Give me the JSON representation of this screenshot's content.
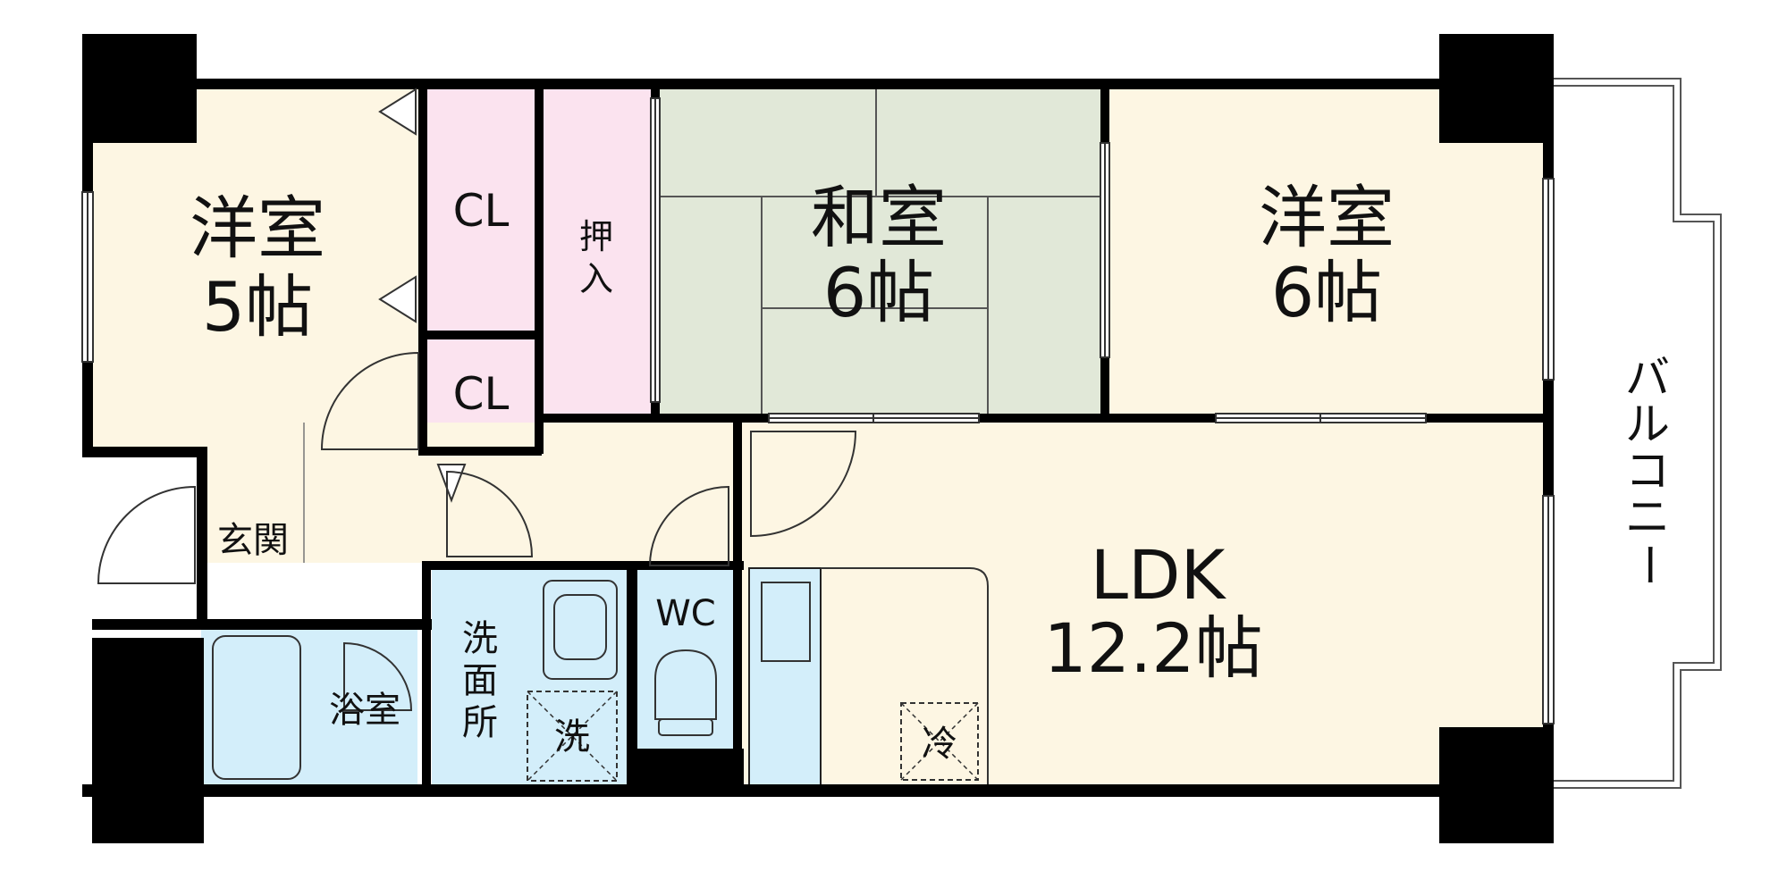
{
  "rooms": {
    "western1": {
      "name": "洋室",
      "size": "5帖"
    },
    "closet1": "CL",
    "closet2": "CL",
    "oshiire": [
      "押",
      "入"
    ],
    "japanese": {
      "name": "和室",
      "size": "6帖"
    },
    "western2": {
      "name": "洋室",
      "size": "6帖"
    },
    "entrance": "玄関",
    "bath": "浴室",
    "washroom": [
      "洗",
      "面",
      "所"
    ],
    "washer": "洗",
    "wc": "WC",
    "ldk": {
      "name": "LDK",
      "size": "12.2帖"
    },
    "fridge": "冷",
    "balcony": [
      "バ",
      "ル",
      "コ",
      "ニ",
      "ー"
    ]
  },
  "colors": {
    "wall": "#000000",
    "western": "#fdf6e3",
    "closet": "#fbe3ef",
    "tatami": "#e1e8d8",
    "wet": "#d3eefa",
    "ldk": "#fdf6e3"
  }
}
